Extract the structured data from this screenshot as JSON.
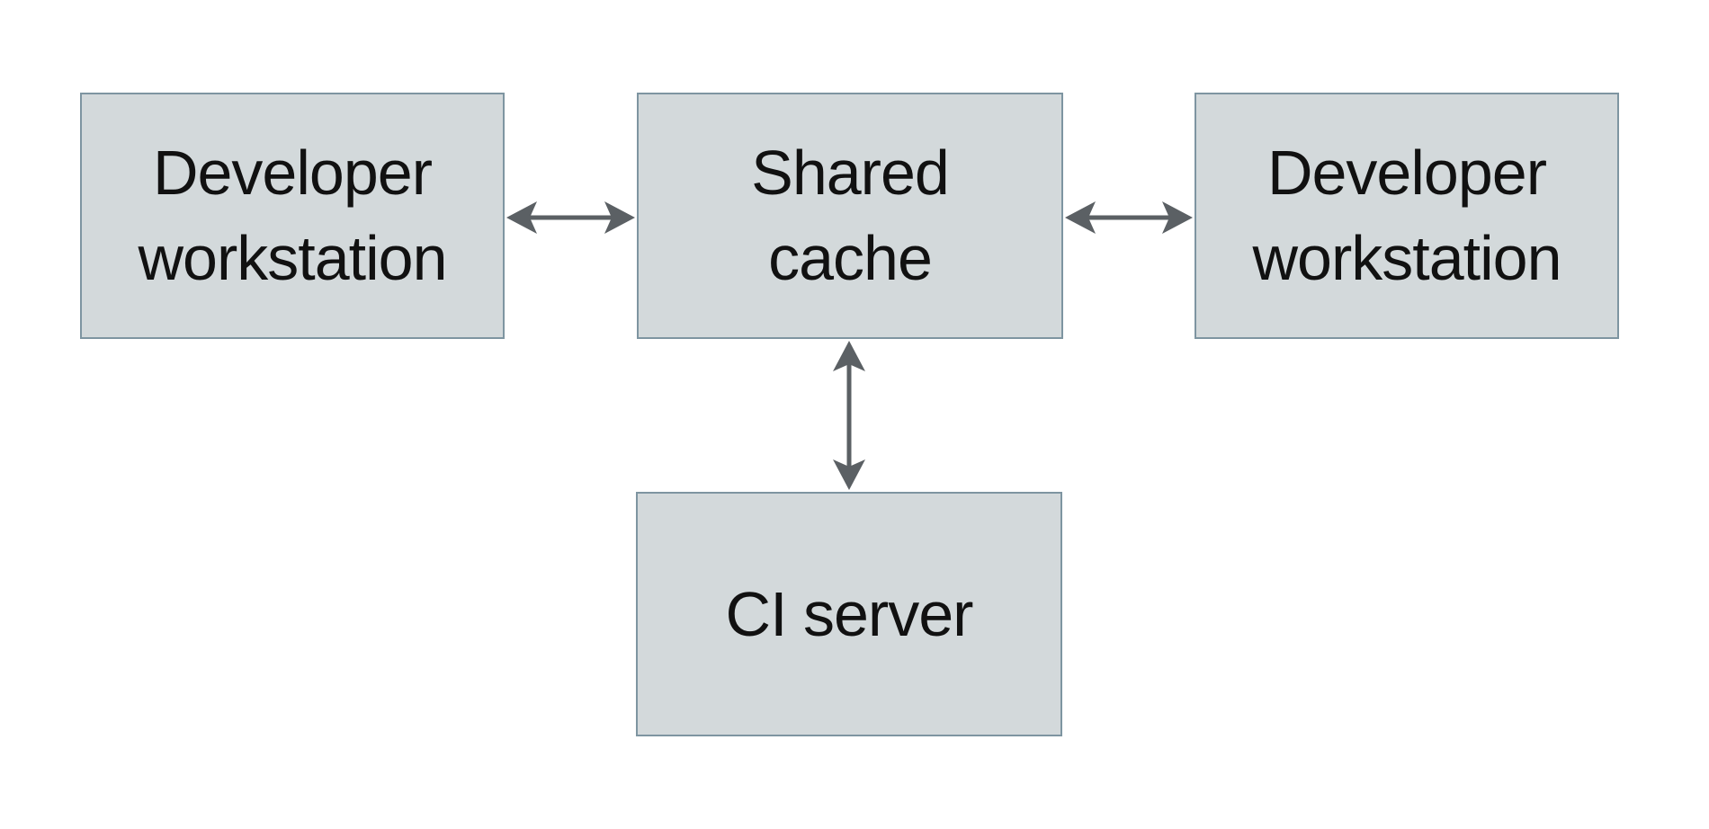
{
  "diagram": {
    "nodes": {
      "dev_left": {
        "label": "Developer\nworkstation"
      },
      "shared_cache": {
        "label": "Shared\ncache"
      },
      "dev_right": {
        "label": "Developer\nworkstation"
      },
      "ci_server": {
        "label": "CI server"
      }
    },
    "edges": [
      {
        "from": "dev_left",
        "to": "shared_cache",
        "direction": "bidirectional"
      },
      {
        "from": "dev_right",
        "to": "shared_cache",
        "direction": "bidirectional"
      },
      {
        "from": "ci_server",
        "to": "shared_cache",
        "direction": "bidirectional"
      }
    ],
    "colors": {
      "background": "#ffffff",
      "node_fill": "#d3d9db",
      "node_border": "#7e95a1",
      "arrow": "#5b6064",
      "text": "#111111"
    }
  }
}
